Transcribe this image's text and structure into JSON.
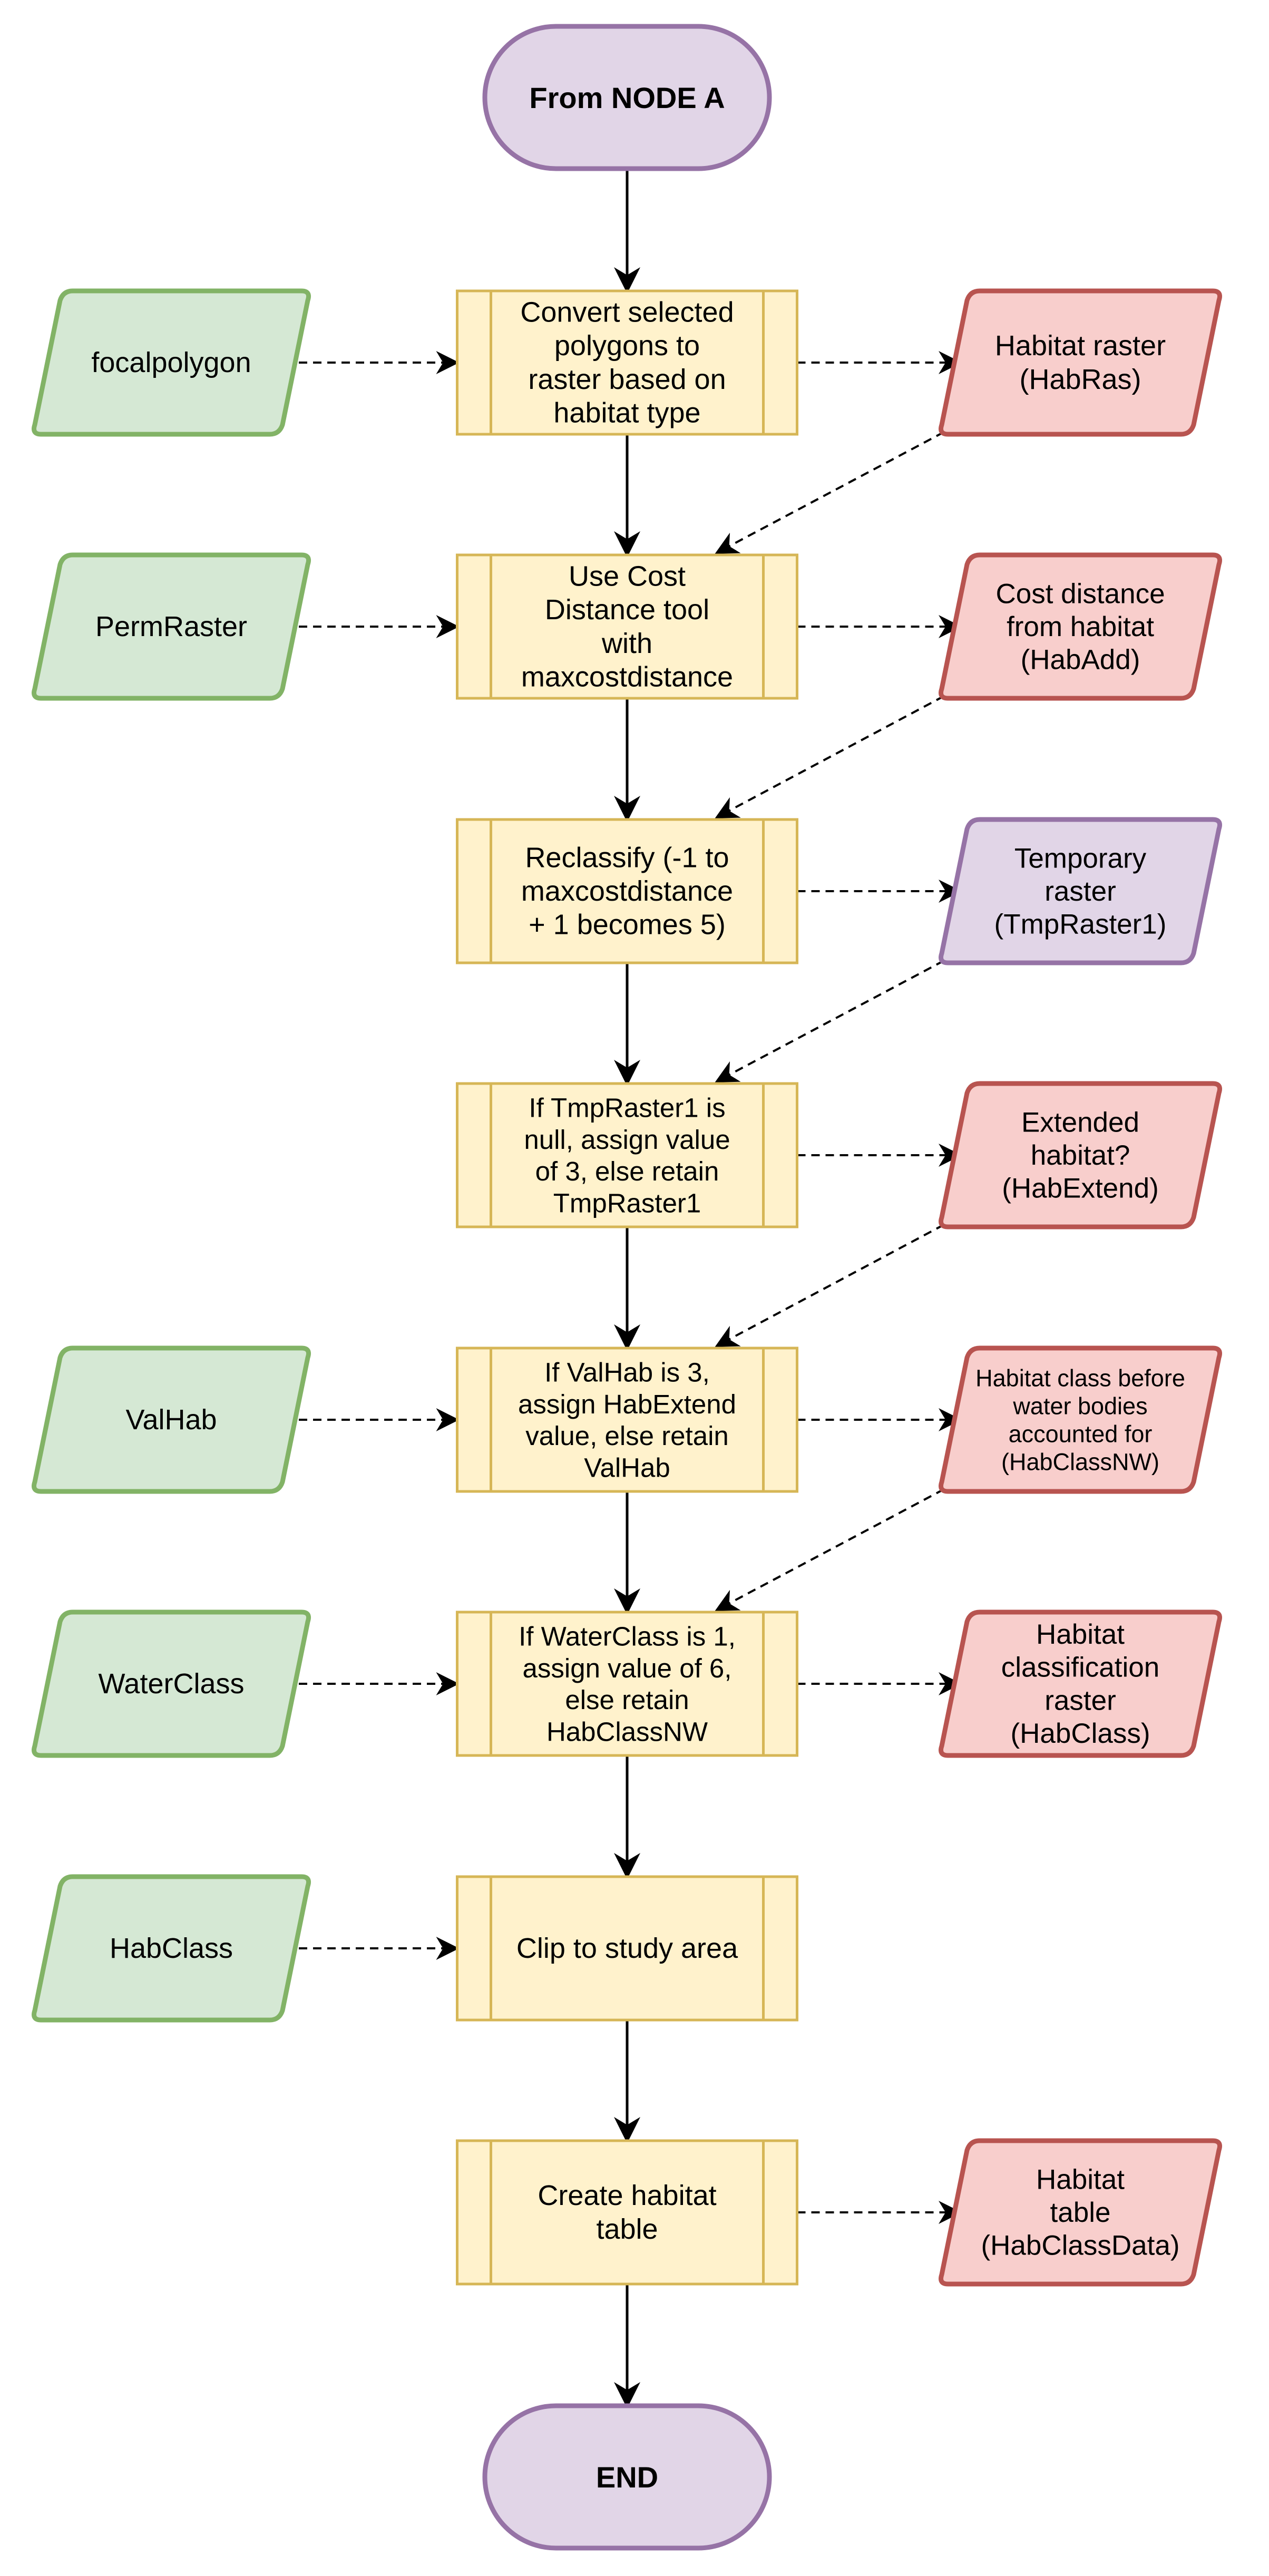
{
  "colors": {
    "terminal_fill": "#e1d5e7",
    "terminal_stroke": "#9673a6",
    "process_fill": "#fff2cc",
    "process_stroke": "#d6b656",
    "input_fill": "#d5e8d4",
    "input_stroke": "#82b366",
    "output_fill": "#f8cecc",
    "output_stroke": "#b85450",
    "temp_fill": "#e1d5e7",
    "temp_stroke": "#9673a6",
    "edge": "#000000"
  },
  "nodes": {
    "start": {
      "lines": [
        "From NODE A"
      ]
    },
    "p1": {
      "lines": [
        "Convert selected",
        "polygons to",
        "raster based on",
        "habitat type"
      ]
    },
    "p2": {
      "lines": [
        "Use Cost",
        "Distance tool",
        "with",
        "maxcostdistance"
      ]
    },
    "p3": {
      "lines": [
        "Reclassify (-1 to",
        "maxcostdistance",
        "+ 1 becomes 5)"
      ]
    },
    "p4": {
      "lines": [
        "If TmpRaster1 is",
        "null, assign value",
        "of 3, else retain",
        "TmpRaster1"
      ]
    },
    "p5": {
      "lines": [
        "If ValHab is 3,",
        "assign HabExtend",
        "value, else retain",
        "ValHab"
      ]
    },
    "p6": {
      "lines": [
        "If WaterClass is 1,",
        "assign value of 6,",
        "else retain",
        "HabClassNW"
      ]
    },
    "p7": {
      "lines": [
        "Clip to study area"
      ]
    },
    "p8": {
      "lines": [
        "Create habitat",
        "table"
      ]
    },
    "end": {
      "lines": [
        "END"
      ]
    },
    "in1": {
      "lines": [
        "focalpolygon"
      ]
    },
    "in2": {
      "lines": [
        "PermRaster"
      ]
    },
    "in5": {
      "lines": [
        "ValHab"
      ]
    },
    "in6": {
      "lines": [
        "WaterClass"
      ]
    },
    "in7": {
      "lines": [
        "HabClass"
      ]
    },
    "out1": {
      "lines": [
        "Habitat raster",
        "(HabRas)"
      ]
    },
    "out2": {
      "lines": [
        "Cost distance",
        "from habitat",
        "(HabAdd)"
      ]
    },
    "out3": {
      "lines": [
        "Temporary",
        "raster",
        "(TmpRaster1)"
      ]
    },
    "out4": {
      "lines": [
        "Extended",
        "habitat?",
        "(HabExtend)"
      ]
    },
    "out5": {
      "lines": [
        "Habitat class before",
        "water bodies",
        "accounted for",
        "(HabClassNW)"
      ]
    },
    "out6": {
      "lines": [
        "Habitat",
        "classification",
        "raster",
        "(HabClass)"
      ]
    },
    "out8": {
      "lines": [
        "Habitat",
        "table",
        "(HabClassData)"
      ]
    }
  }
}
